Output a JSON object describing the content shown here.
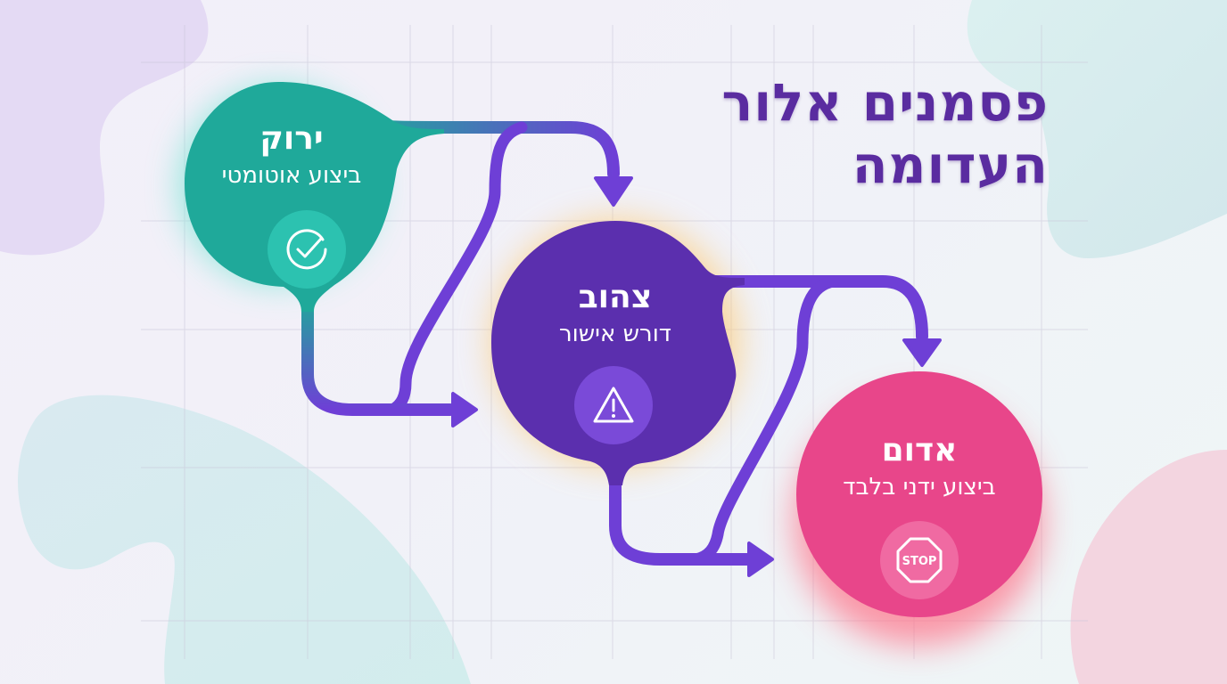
{
  "title": {
    "line1": "פסמנים אלור",
    "line2": "העדומה"
  },
  "nodes": [
    {
      "id": "green",
      "title": "ירוק",
      "subtitle": "ביצוע אוטומטי",
      "icon": "check-circle-icon",
      "color": "#1fa99a",
      "glow": "#6fe0d0",
      "badge_color": "#2cc2b0"
    },
    {
      "id": "yellow",
      "title": "צהוב",
      "subtitle": "דורש אישור",
      "icon": "warning-triangle-icon",
      "color": "#5b2fae",
      "glow": "#ffc76a",
      "badge_color": "#7a4ad8"
    },
    {
      "id": "red",
      "title": "אדום",
      "subtitle": "ביצוע ידני בלבד",
      "icon": "stop-sign-icon",
      "icon_text": "STOP",
      "color": "#e8468a",
      "glow": "#ff6a7a",
      "badge_color": "#f06aa2"
    }
  ],
  "connectors": {
    "color": "#6e3fd6"
  }
}
